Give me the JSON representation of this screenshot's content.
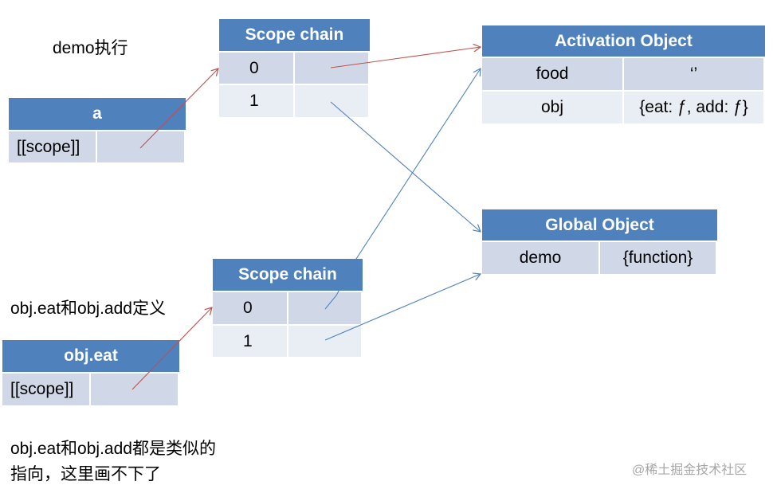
{
  "notes": {
    "demo_exec": "demo执行",
    "obj_def": "obj.eat和obj.add定义",
    "obj_similar_line1": "obj.eat和obj.add都是类似的",
    "obj_similar_line2": "指向，这里画不下了"
  },
  "watermark": "@稀土掘金技术社区",
  "box_a": {
    "title": "a",
    "row_label": "[[scope]]",
    "row_value": ""
  },
  "box_obj_eat": {
    "title": "obj.eat",
    "row_label": "[[scope]]",
    "row_value": ""
  },
  "scope_chain_top": {
    "title": "Scope chain",
    "rows": [
      {
        "index": "0",
        "value": ""
      },
      {
        "index": "1",
        "value": ""
      }
    ]
  },
  "scope_chain_bottom": {
    "title": "Scope chain",
    "rows": [
      {
        "index": "0",
        "value": ""
      },
      {
        "index": "1",
        "value": ""
      }
    ]
  },
  "activation_object": {
    "title": "Activation Object",
    "rows": [
      {
        "key": "food",
        "value": "‘’"
      },
      {
        "key": "obj",
        "value": "{eat: ƒ, add: ƒ}"
      }
    ]
  },
  "global_object": {
    "title": "Global Object",
    "rows": [
      {
        "key": "demo",
        "value": "{function}"
      }
    ]
  },
  "colors": {
    "header": "#4f81bd",
    "cell": "#d0d8e8",
    "cell_alt": "#e9edf4",
    "arrow_red": "#c0504d",
    "arrow_blue": "#4f81bd"
  }
}
